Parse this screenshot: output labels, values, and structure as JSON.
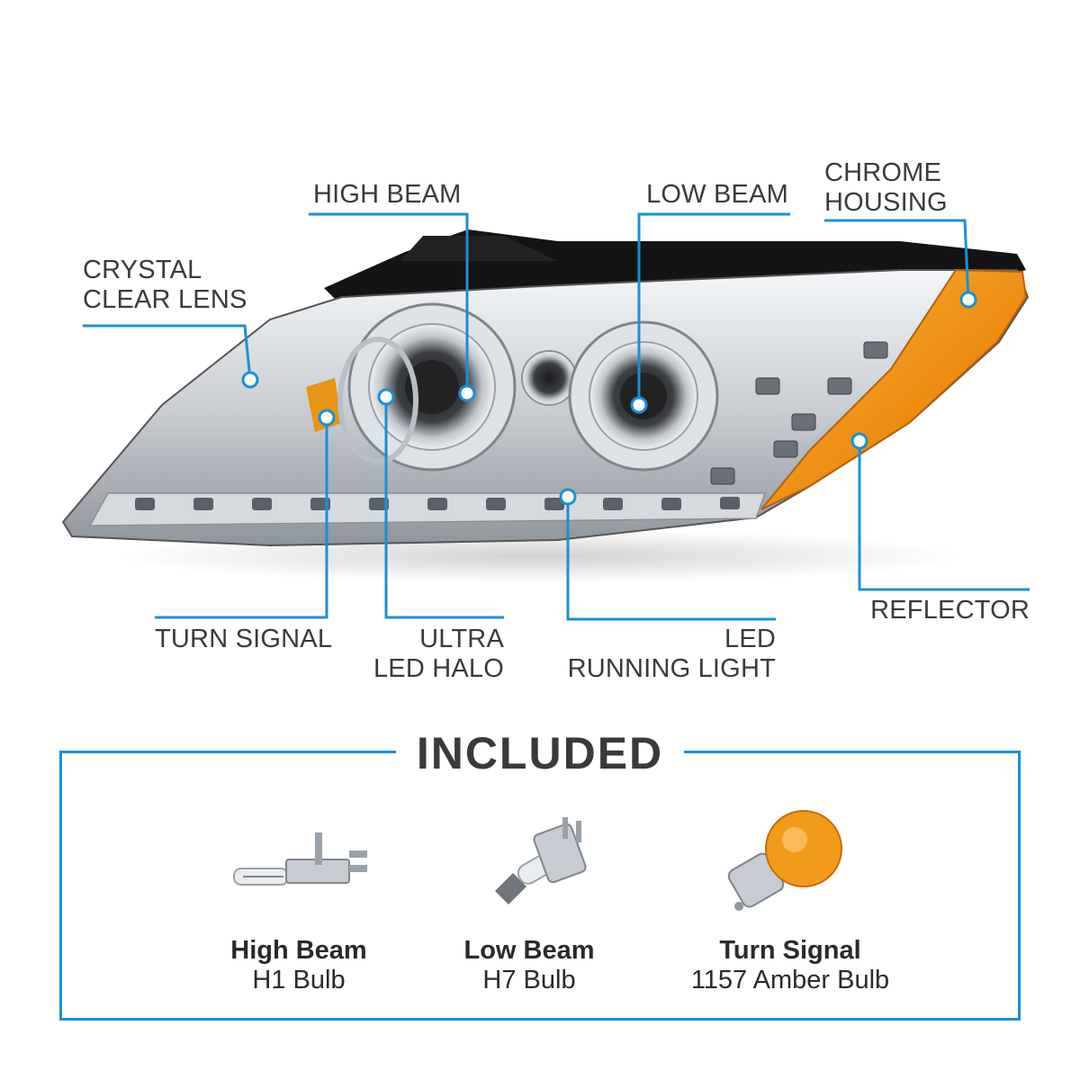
{
  "callouts": {
    "crystal_lens": [
      "CRYSTAL",
      "CLEAR LENS"
    ],
    "high_beam": "HIGH BEAM",
    "low_beam": "LOW BEAM",
    "chrome_housing": [
      "CHROME",
      "HOUSING"
    ],
    "turn_signal": "TURN SIGNAL",
    "ultra_halo": [
      "ULTRA",
      "LED HALO"
    ],
    "led_running": [
      "LED",
      "RUNNING LIGHT"
    ],
    "reflector": "REFLECTOR"
  },
  "included": {
    "title": "INCLUDED",
    "items": [
      {
        "name": "High Beam",
        "bulb": "H1 Bulb"
      },
      {
        "name": "Low Beam",
        "bulb": "H7 Bulb"
      },
      {
        "name": "Turn Signal",
        "bulb": "1157 Amber Bulb"
      }
    ]
  },
  "colors": {
    "accent": "#1b8fd6",
    "amber": "#f29a1a",
    "text": "#3a3a3a"
  }
}
